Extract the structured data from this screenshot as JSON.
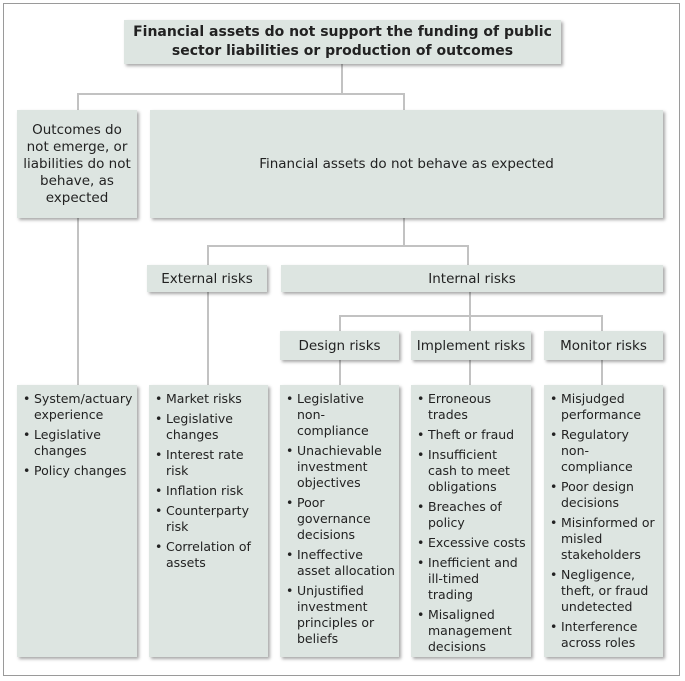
{
  "root": "Financial assets do not support the funding of public sector liabilities or production of outcomes",
  "left_branch": "Outcomes do not emerge, or liabilities do not behave, as expected",
  "right_branch": "Financial assets do not behave as expected",
  "external_risks": "External risks",
  "internal_risks": "Internal risks",
  "design_risks": "Design risks",
  "implement_risks": "Implement risks",
  "monitor_risks": "Monitor risks",
  "lists": {
    "outcomes": [
      "System/actuary experience",
      "Legislative changes",
      "Policy changes"
    ],
    "external": [
      "Market risks",
      "Legislative changes",
      "Interest rate risk",
      "Inflation risk",
      "Counterparty risk",
      "Correlation of assets"
    ],
    "design": [
      "Legislative non-compliance",
      "Unachievable investment objectives",
      "Poor governance decisions",
      "Ineffective asset allocation",
      "Unjustified investment principles or beliefs"
    ],
    "implement": [
      "Erroneous trades",
      "Theft or fraud",
      "Insufficient cash to meet obligations",
      "Breaches of policy",
      "Excessive costs",
      "Inefficient and ill-timed trading",
      "Misaligned management decisions"
    ],
    "monitor": [
      "Misjudged performance",
      "Regulatory non-compliance",
      "Poor design decisions",
      "Misinformed or misled stakeholders",
      "Negligence, theft, or fraud undetected",
      "Interference across roles"
    ]
  }
}
